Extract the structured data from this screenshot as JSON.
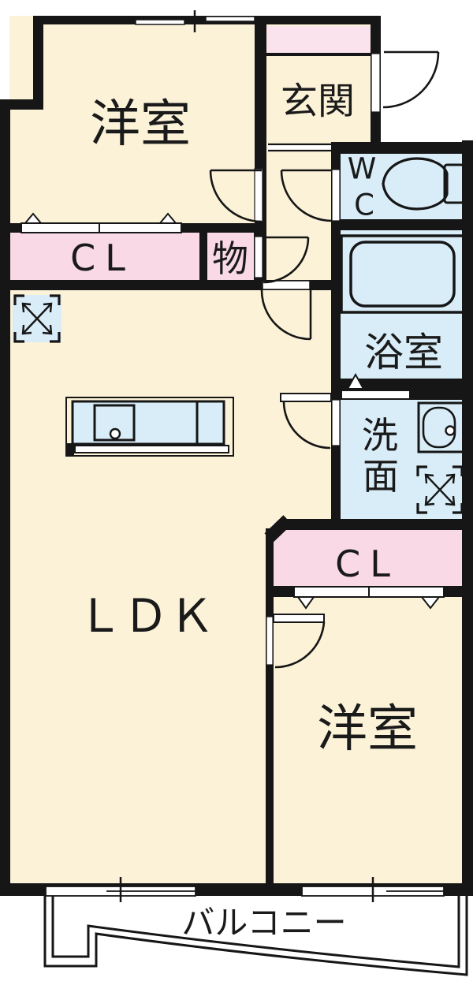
{
  "rooms": {
    "bedroom_top": "洋室",
    "entrance": "玄関",
    "wc_w": "W",
    "wc_c": "C",
    "closet_top": "CL",
    "storage": "物",
    "bath": "浴室",
    "wash_1": "洗",
    "wash_2": "面",
    "ldk": "ＬＤＫ",
    "closet_bottom": "CL",
    "bedroom_bottom": "洋室",
    "balcony": "バルコニー"
  },
  "colors": {
    "wall": "#161616",
    "room_cream": "#FBF2D8",
    "closet_pink": "#F8D9E5",
    "shoe_cabinet_pink": "#FBE3EE",
    "wet_area_blue": "#D9EDF8",
    "text": "#1A1A1A"
  }
}
